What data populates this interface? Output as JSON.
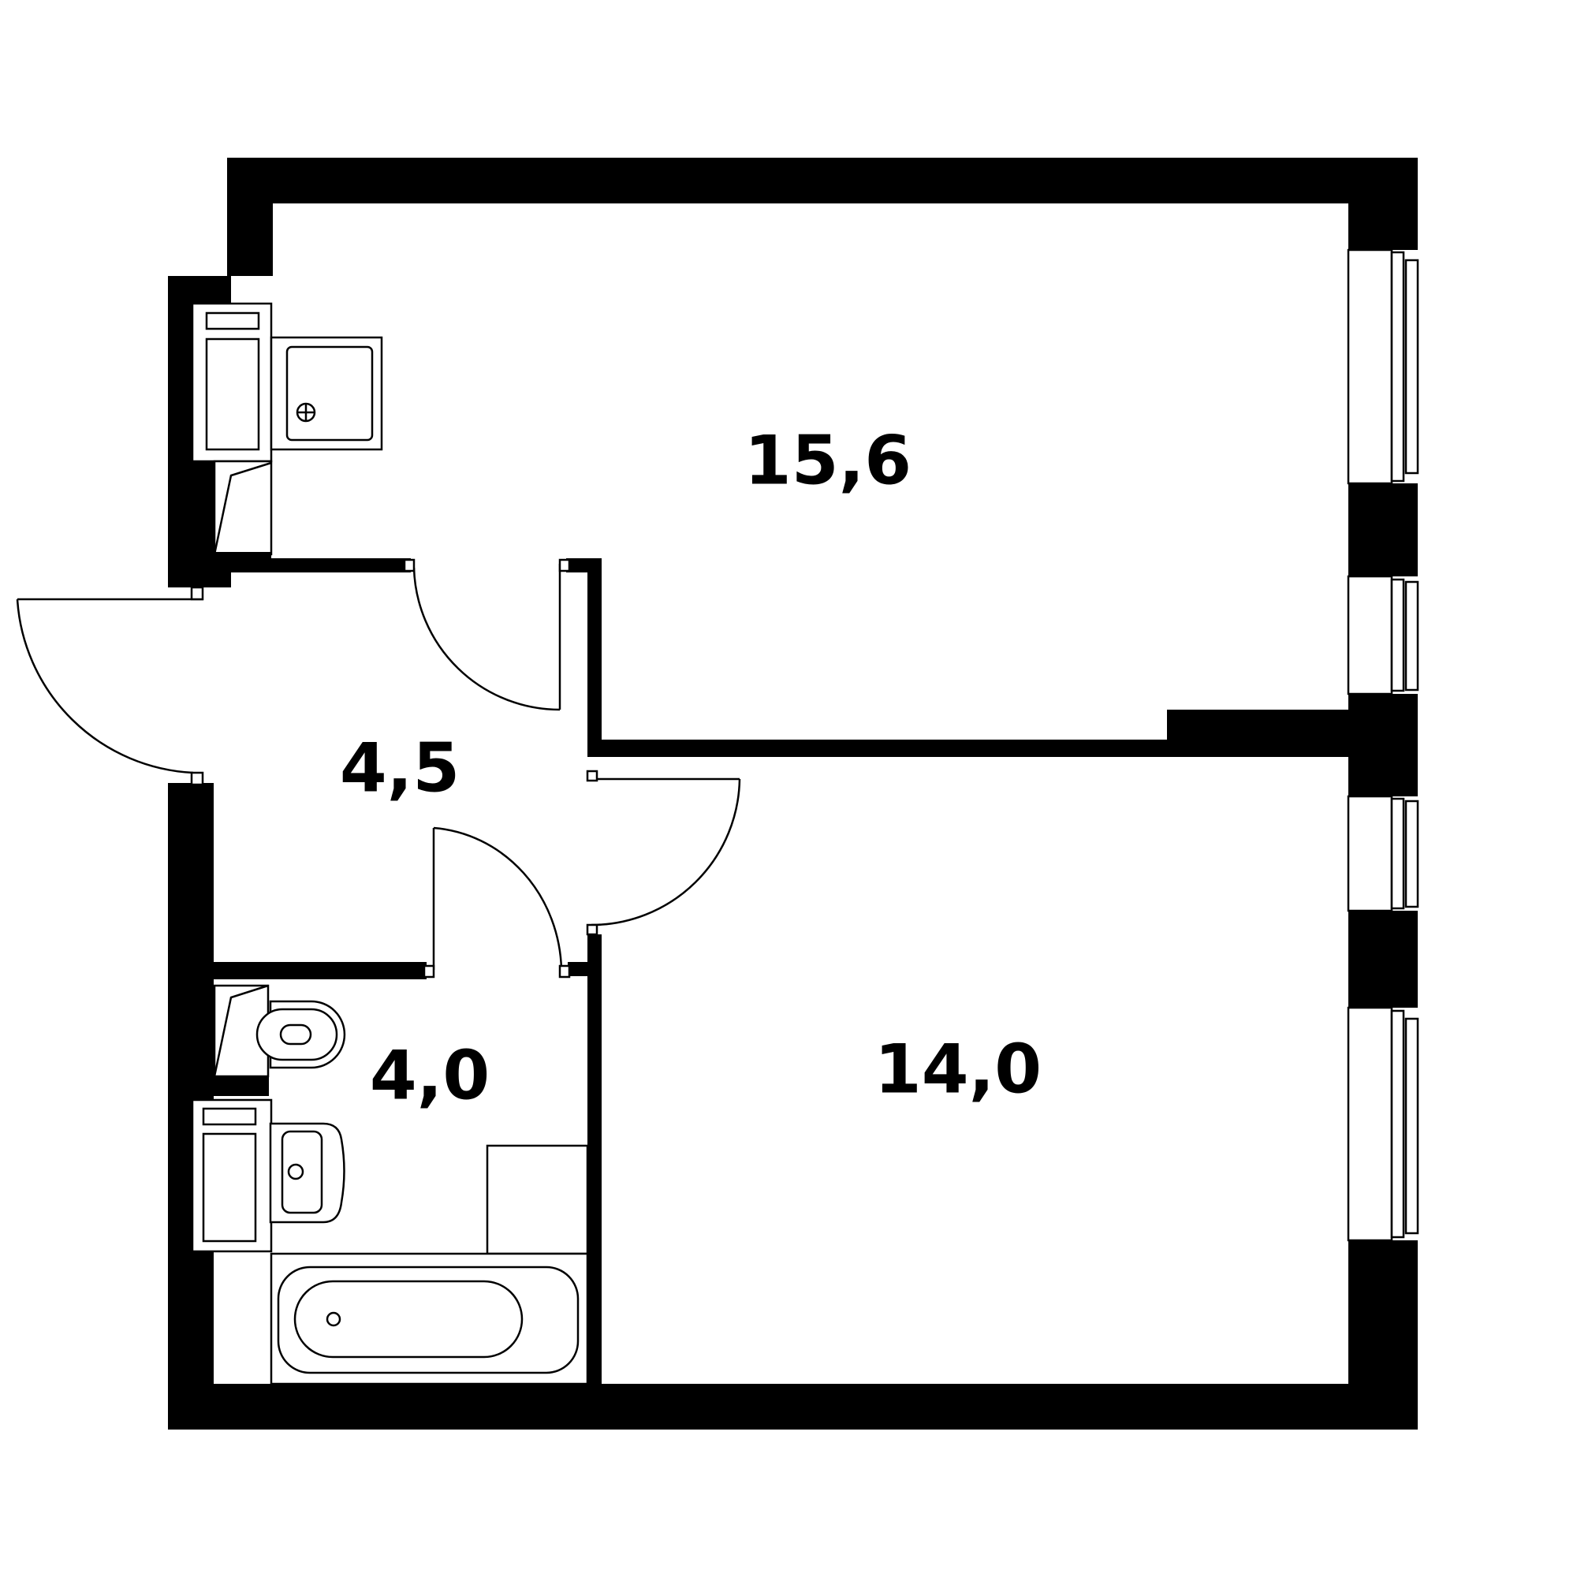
{
  "rooms": [
    {
      "id": "living-room",
      "area": "15,6"
    },
    {
      "id": "hallway",
      "area": "4,5"
    },
    {
      "id": "bathroom",
      "area": "4,0"
    },
    {
      "id": "bedroom",
      "area": "14,0"
    }
  ],
  "colors": {
    "wall": "#000000",
    "background": "#ffffff",
    "fixture_stroke": "#000000"
  }
}
